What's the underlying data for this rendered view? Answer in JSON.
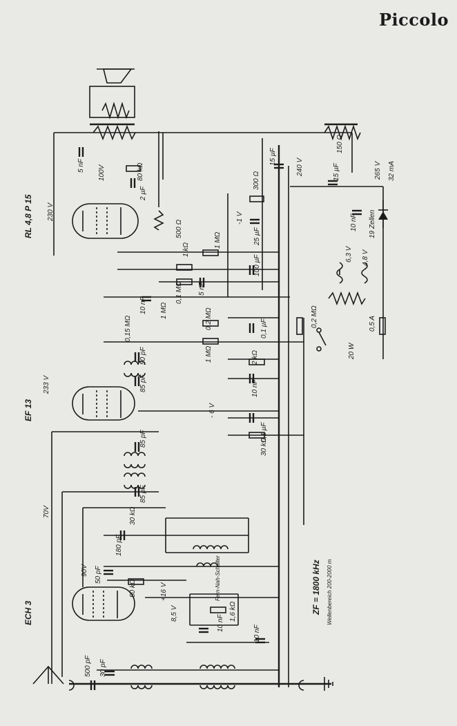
{
  "title": "Piccolo",
  "tubes": {
    "output": "RL 4,8 P 15",
    "if_amp": "EF 13",
    "mixer": "ECH 3"
  },
  "voltages": {
    "output_tube": "230 V",
    "output_anode": "100V",
    "if_tube": "233 V",
    "mixer_osc": "90V",
    "mixer_side": "70V",
    "line_240": "240 V",
    "supply": "265 V",
    "supply_current": "32 mA",
    "v16": "+16 V",
    "heater_63": "6,3 V",
    "heater_48": "4,8 V",
    "v85": "8,5 V",
    "vneg": "-1 V",
    "vneg6": "- 6 V"
  },
  "capacitors": [
    "5 nF",
    "50 pF",
    "85 pF",
    "85 pF",
    "85 pF",
    "100 pF",
    "500 pF",
    "30 pF",
    "10 nF",
    "10 nF",
    "10 nF",
    "10 nF",
    "10 nF",
    "15 µF",
    "15 µF",
    "25 µF",
    "100 µF",
    "2 µF",
    "5 nF",
    "0,1 µF",
    "0,1 µF",
    "50 pF",
    "180 pF"
  ],
  "resistors": [
    "80 kΩ",
    "500 Ω",
    "300 Ω",
    "1 MΩ",
    "1 kΩ",
    "1 MΩ",
    "0,1 MΩ",
    "0,15 MΩ",
    "0,2 MΩ",
    "2 kΩ",
    "1 MΩ",
    "0,2 MΩ",
    "30 kΩ",
    "30 kΩ",
    "50 kΩ",
    "1,6 kΩ"
  ],
  "other": {
    "speaker_field": "150 Ω",
    "zeilen": "19 Zellen",
    "fuse": "0,5 A",
    "power": "20 W",
    "switch": "Fern-Nah-Schalter",
    "if_freq": "ZF = 1800 kHz",
    "range": "Wellenbereich 200-2000 m"
  }
}
